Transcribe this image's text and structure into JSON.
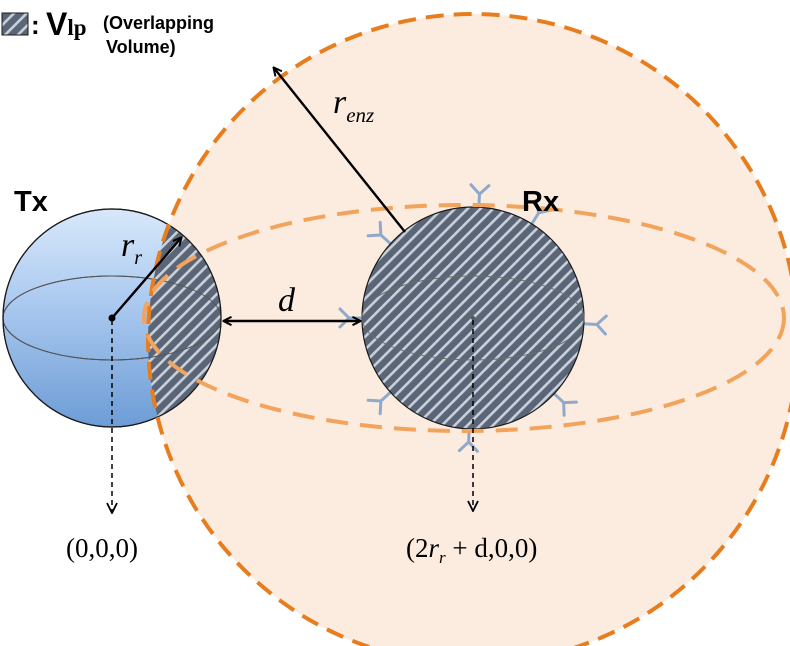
{
  "legend": {
    "symbol_text": ":",
    "v_text": "V",
    "v_subscript": "lp",
    "desc_line1": "(Overlapping",
    "desc_line2": "Volume)"
  },
  "labels": {
    "tx": "Tx",
    "rx": "Rx",
    "r_enz_base": "r",
    "r_enz_sub": "enz",
    "r_r_base": "r",
    "r_r_sub": "r",
    "d": "d",
    "origin_coord": "(0,0,0)",
    "rx_coord_open": "(2",
    "rx_coord_r": "r",
    "rx_coord_sub": "r",
    "rx_coord_rest": " + d,0,0)"
  },
  "colors": {
    "enz_fill": "#fcebdf",
    "enz_stroke": "#e87d1e",
    "enz_ellipse": "#f2a35c",
    "tx_top": "#cfe3fa",
    "tx_bottom": "#6f9fd6",
    "hatch_bg": "#5a6677",
    "hatch_line": "#c7cdd6",
    "receptor": "#8fa9cc"
  }
}
